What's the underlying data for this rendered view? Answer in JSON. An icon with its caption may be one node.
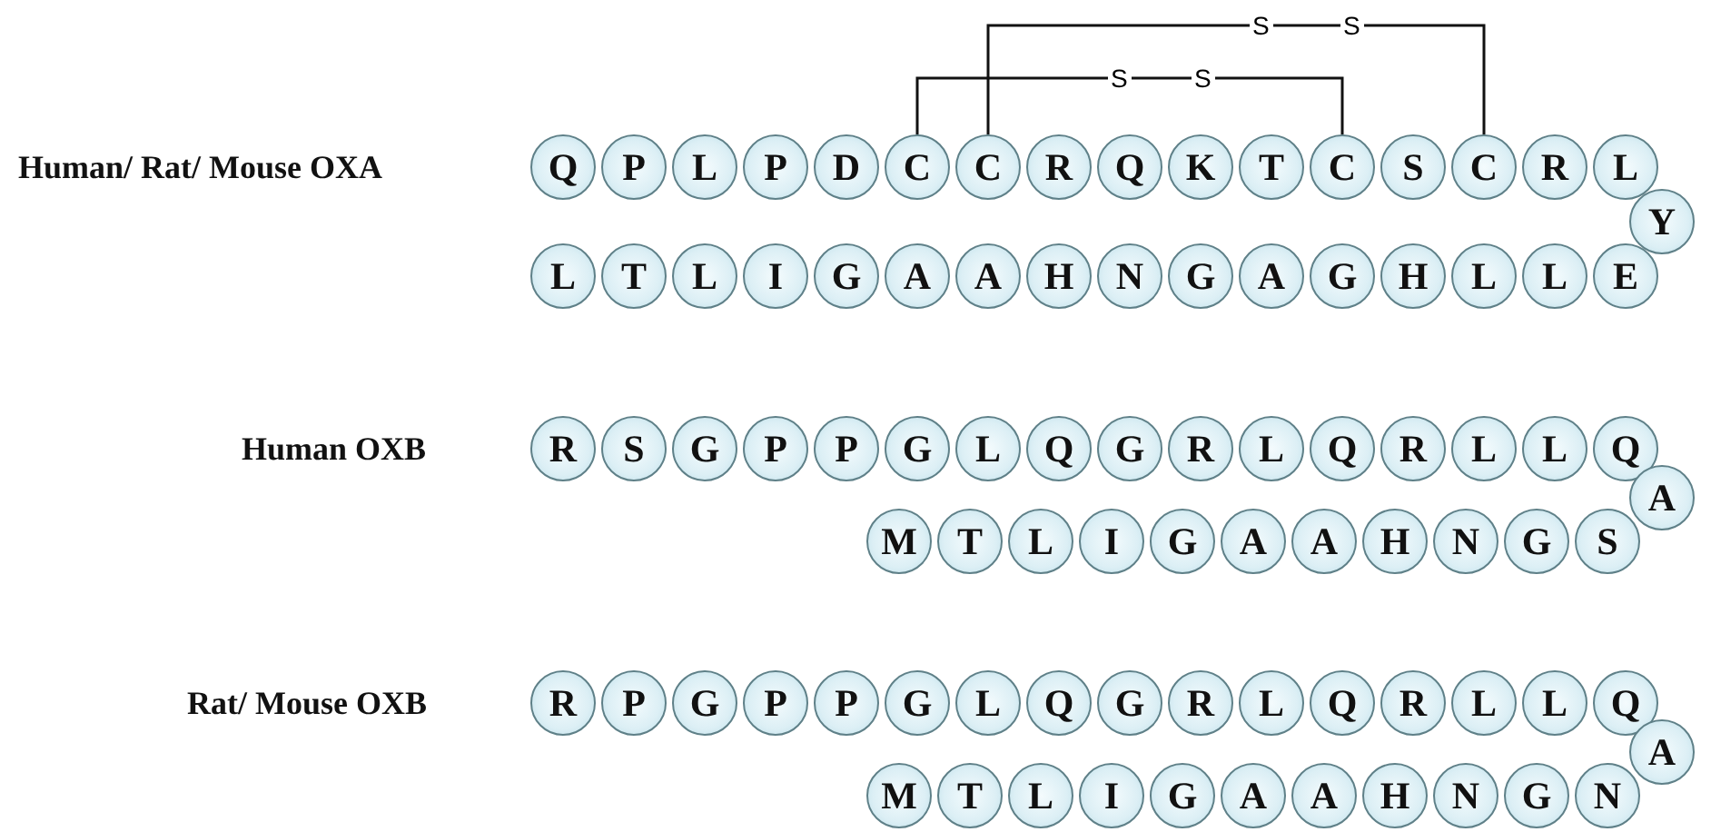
{
  "diagram": {
    "nodes": [
      {
        "text": [
          "Q"
        ]
      },
      {
        "text": [
          "P"
        ]
      },
      {
        "text": [
          "L"
        ]
      },
      {
        "text": [
          "P"
        ]
      },
      {
        "text": [
          "D"
        ]
      },
      {
        "text": [
          "C"
        ]
      },
      {
        "text": [
          "C"
        ]
      },
      {
        "text": [
          "R"
        ]
      },
      {
        "text": [
          "Q"
        ]
      },
      {
        "text": [
          "K"
        ]
      },
      {
        "text": [
          "T"
        ]
      },
      {
        "text": [
          "C"
        ]
      },
      {
        "text": [
          "S"
        ]
      },
      {
        "text": [
          "C"
        ]
      },
      {
        "text": [
          "R"
        ]
      },
      {
        "text": [
          "L"
        ]
      },
      {
        "text": [
          "Y"
        ]
      },
      {
        "text": [
          "L"
        ]
      },
      {
        "text": [
          "T"
        ]
      },
      {
        "text": [
          "L"
        ]
      },
      {
        "text": [
          "I"
        ]
      },
      {
        "text": [
          "G"
        ]
      },
      {
        "text": [
          "A"
        ]
      },
      {
        "text": [
          "A"
        ]
      },
      {
        "text": [
          "H"
        ]
      },
      {
        "text": [
          "N"
        ]
      },
      {
        "text": [
          "G"
        ]
      },
      {
        "text": [
          "A"
        ]
      },
      {
        "text": [
          "G"
        ]
      },
      {
        "text": [
          "H"
        ]
      },
      {
        "text": [
          "L"
        ]
      },
      {
        "text": [
          "L"
        ]
      },
      {
        "text": [
          "E"
        ]
      },
      {
        "text": [
          "R"
        ]
      },
      {
        "text": [
          "S"
        ]
      },
      {
        "text": [
          "G"
        ]
      },
      {
        "text": [
          "P"
        ]
      },
      {
        "text": [
          "P"
        ]
      },
      {
        "text": [
          "G"
        ]
      },
      {
        "text": [
          "L"
        ]
      },
      {
        "text": [
          "Q"
        ]
      },
      {
        "text": [
          "G"
        ]
      },
      {
        "text": [
          "R"
        ]
      },
      {
        "text": [
          "L"
        ]
      },
      {
        "text": [
          "Q"
        ]
      },
      {
        "text": [
          "R"
        ]
      },
      {
        "text": [
          "L"
        ]
      },
      {
        "text": [
          "L"
        ]
      },
      {
        "text": [
          "Q"
        ]
      },
      {
        "text": [
          "A"
        ]
      },
      {
        "text": [
          "M"
        ]
      },
      {
        "text": [
          "T"
        ]
      },
      {
        "text": [
          "L"
        ]
      },
      {
        "text": [
          "I"
        ]
      },
      {
        "text": [
          "G"
        ]
      },
      {
        "text": [
          "A"
        ]
      },
      {
        "text": [
          "A"
        ]
      },
      {
        "text": [
          "H"
        ]
      },
      {
        "text": [
          "N"
        ]
      },
      {
        "text": [
          "G"
        ]
      },
      {
        "text": [
          "S"
        ]
      },
      {
        "text": [
          "R"
        ]
      },
      {
        "text": [
          "P"
        ]
      },
      {
        "text": [
          "G"
        ]
      },
      {
        "text": [
          "P"
        ]
      },
      {
        "text": [
          "P"
        ]
      },
      {
        "text": [
          "G"
        ]
      },
      {
        "text": [
          "L"
        ]
      },
      {
        "text": [
          "Q"
        ]
      },
      {
        "text": [
          "G"
        ]
      },
      {
        "text": [
          "R"
        ]
      },
      {
        "text": [
          "L"
        ]
      },
      {
        "text": [
          "Q"
        ]
      },
      {
        "text": [
          "R"
        ]
      },
      {
        "text": [
          "L"
        ]
      },
      {
        "text": [
          "L"
        ]
      },
      {
        "text": [
          "Q"
        ]
      },
      {
        "text": [
          "A"
        ]
      },
      {
        "text": [
          "M"
        ]
      },
      {
        "text": [
          "T"
        ]
      },
      {
        "text": [
          "L"
        ]
      },
      {
        "text": [
          "I"
        ]
      },
      {
        "text": [
          "G"
        ]
      },
      {
        "text": [
          "A"
        ]
      },
      {
        "text": [
          "A"
        ]
      },
      {
        "text": [
          "H"
        ]
      },
      {
        "text": [
          "N"
        ]
      },
      {
        "text": [
          "G"
        ]
      },
      {
        "text": [
          "N"
        ]
      }
    ],
    "edges": [
      {
        "from": 6,
        "to": 13,
        "arrow": "none"
      },
      {
        "from": 5,
        "to": 11,
        "arrow": "none"
      }
    ],
    "labels": [
      "S",
      "S",
      "S",
      "S",
      "Human/ Rat/ Mouse OXA",
      "Human OXB",
      "Rat/ Mouse OXB"
    ]
  }
}
